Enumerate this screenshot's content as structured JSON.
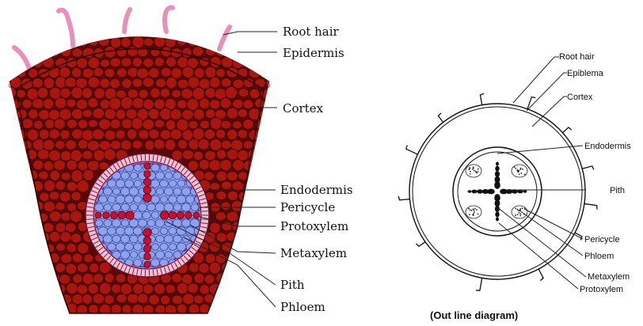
{
  "left_diagram": {
    "labels": {
      "root_hair": "Root  hair",
      "epidermis": "Epidermis",
      "cortex": "Cortex",
      "endodermis": "Endodermis",
      "pericycle": "Pericycle",
      "protoxylem": "Protoxylem",
      "metaxylem": "Metaxylem",
      "pith": "Pith",
      "phloem": "Phloem"
    },
    "colors": {
      "cortex": "#a8160e",
      "cortex_outline": "#3a0505",
      "epidermis": "#f2a6c8",
      "root_hair": "#e98fb9",
      "stele": "#8fa2ee",
      "stele_outline": "#2b3b8c",
      "endodermis_band": "#f6b6d2",
      "xylem": "#c8102e"
    }
  },
  "right_diagram": {
    "labels": {
      "root_hair": "Root hair",
      "epiblema": "Epiblema",
      "cortex": "Cortex",
      "endodermis": "Endodermis",
      "pith": "Pith",
      "pericycle": "Pericycle",
      "phloem": "Phloem",
      "metaxylem": "Metaxylem",
      "protoxylem": "Protoxylem"
    },
    "caption": "(Out line diagram)"
  }
}
